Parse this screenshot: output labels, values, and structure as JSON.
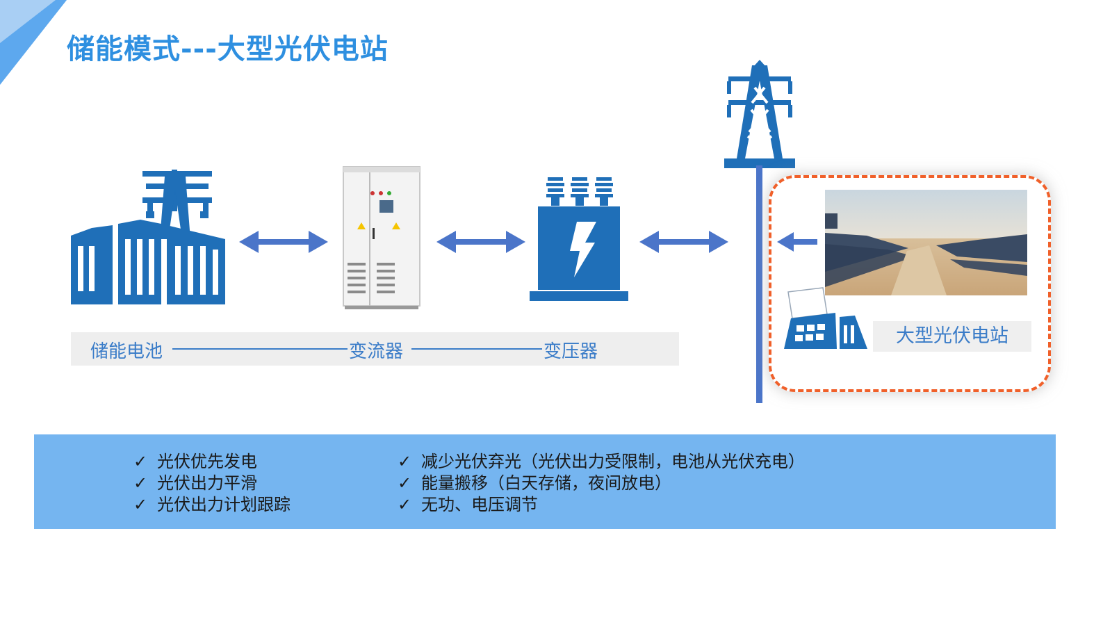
{
  "title": "储能模式---大型光伏电站",
  "diagram": {
    "captions": {
      "battery": "储能电池",
      "converter": "变流器",
      "transformer": "变压器"
    },
    "pv_station_label": "大型光伏电站",
    "icons": [
      "battery-storage-icon",
      "converter-cabinet-icon",
      "transformer-icon",
      "transmission-tower-icon",
      "solar-station-icon",
      "solar-field-photo"
    ]
  },
  "features": {
    "left": [
      "光伏优先发电",
      "光伏出力平滑",
      "光伏出力计划跟踪"
    ],
    "right": [
      "减少光伏弃光（光伏出力受限制，电池从光伏充电）",
      "能量搬移（白天存储，夜间放电）",
      "无功、电压调节"
    ],
    "check_mark": "✓"
  },
  "colors": {
    "title": "#2E8FE0",
    "icon_blue": "#1F6FB8",
    "arrow_blue": "#4B75C9",
    "caption_text": "#3A7CC8",
    "dashed_border": "#F0602A",
    "bottom_band": "#75B5F0"
  }
}
